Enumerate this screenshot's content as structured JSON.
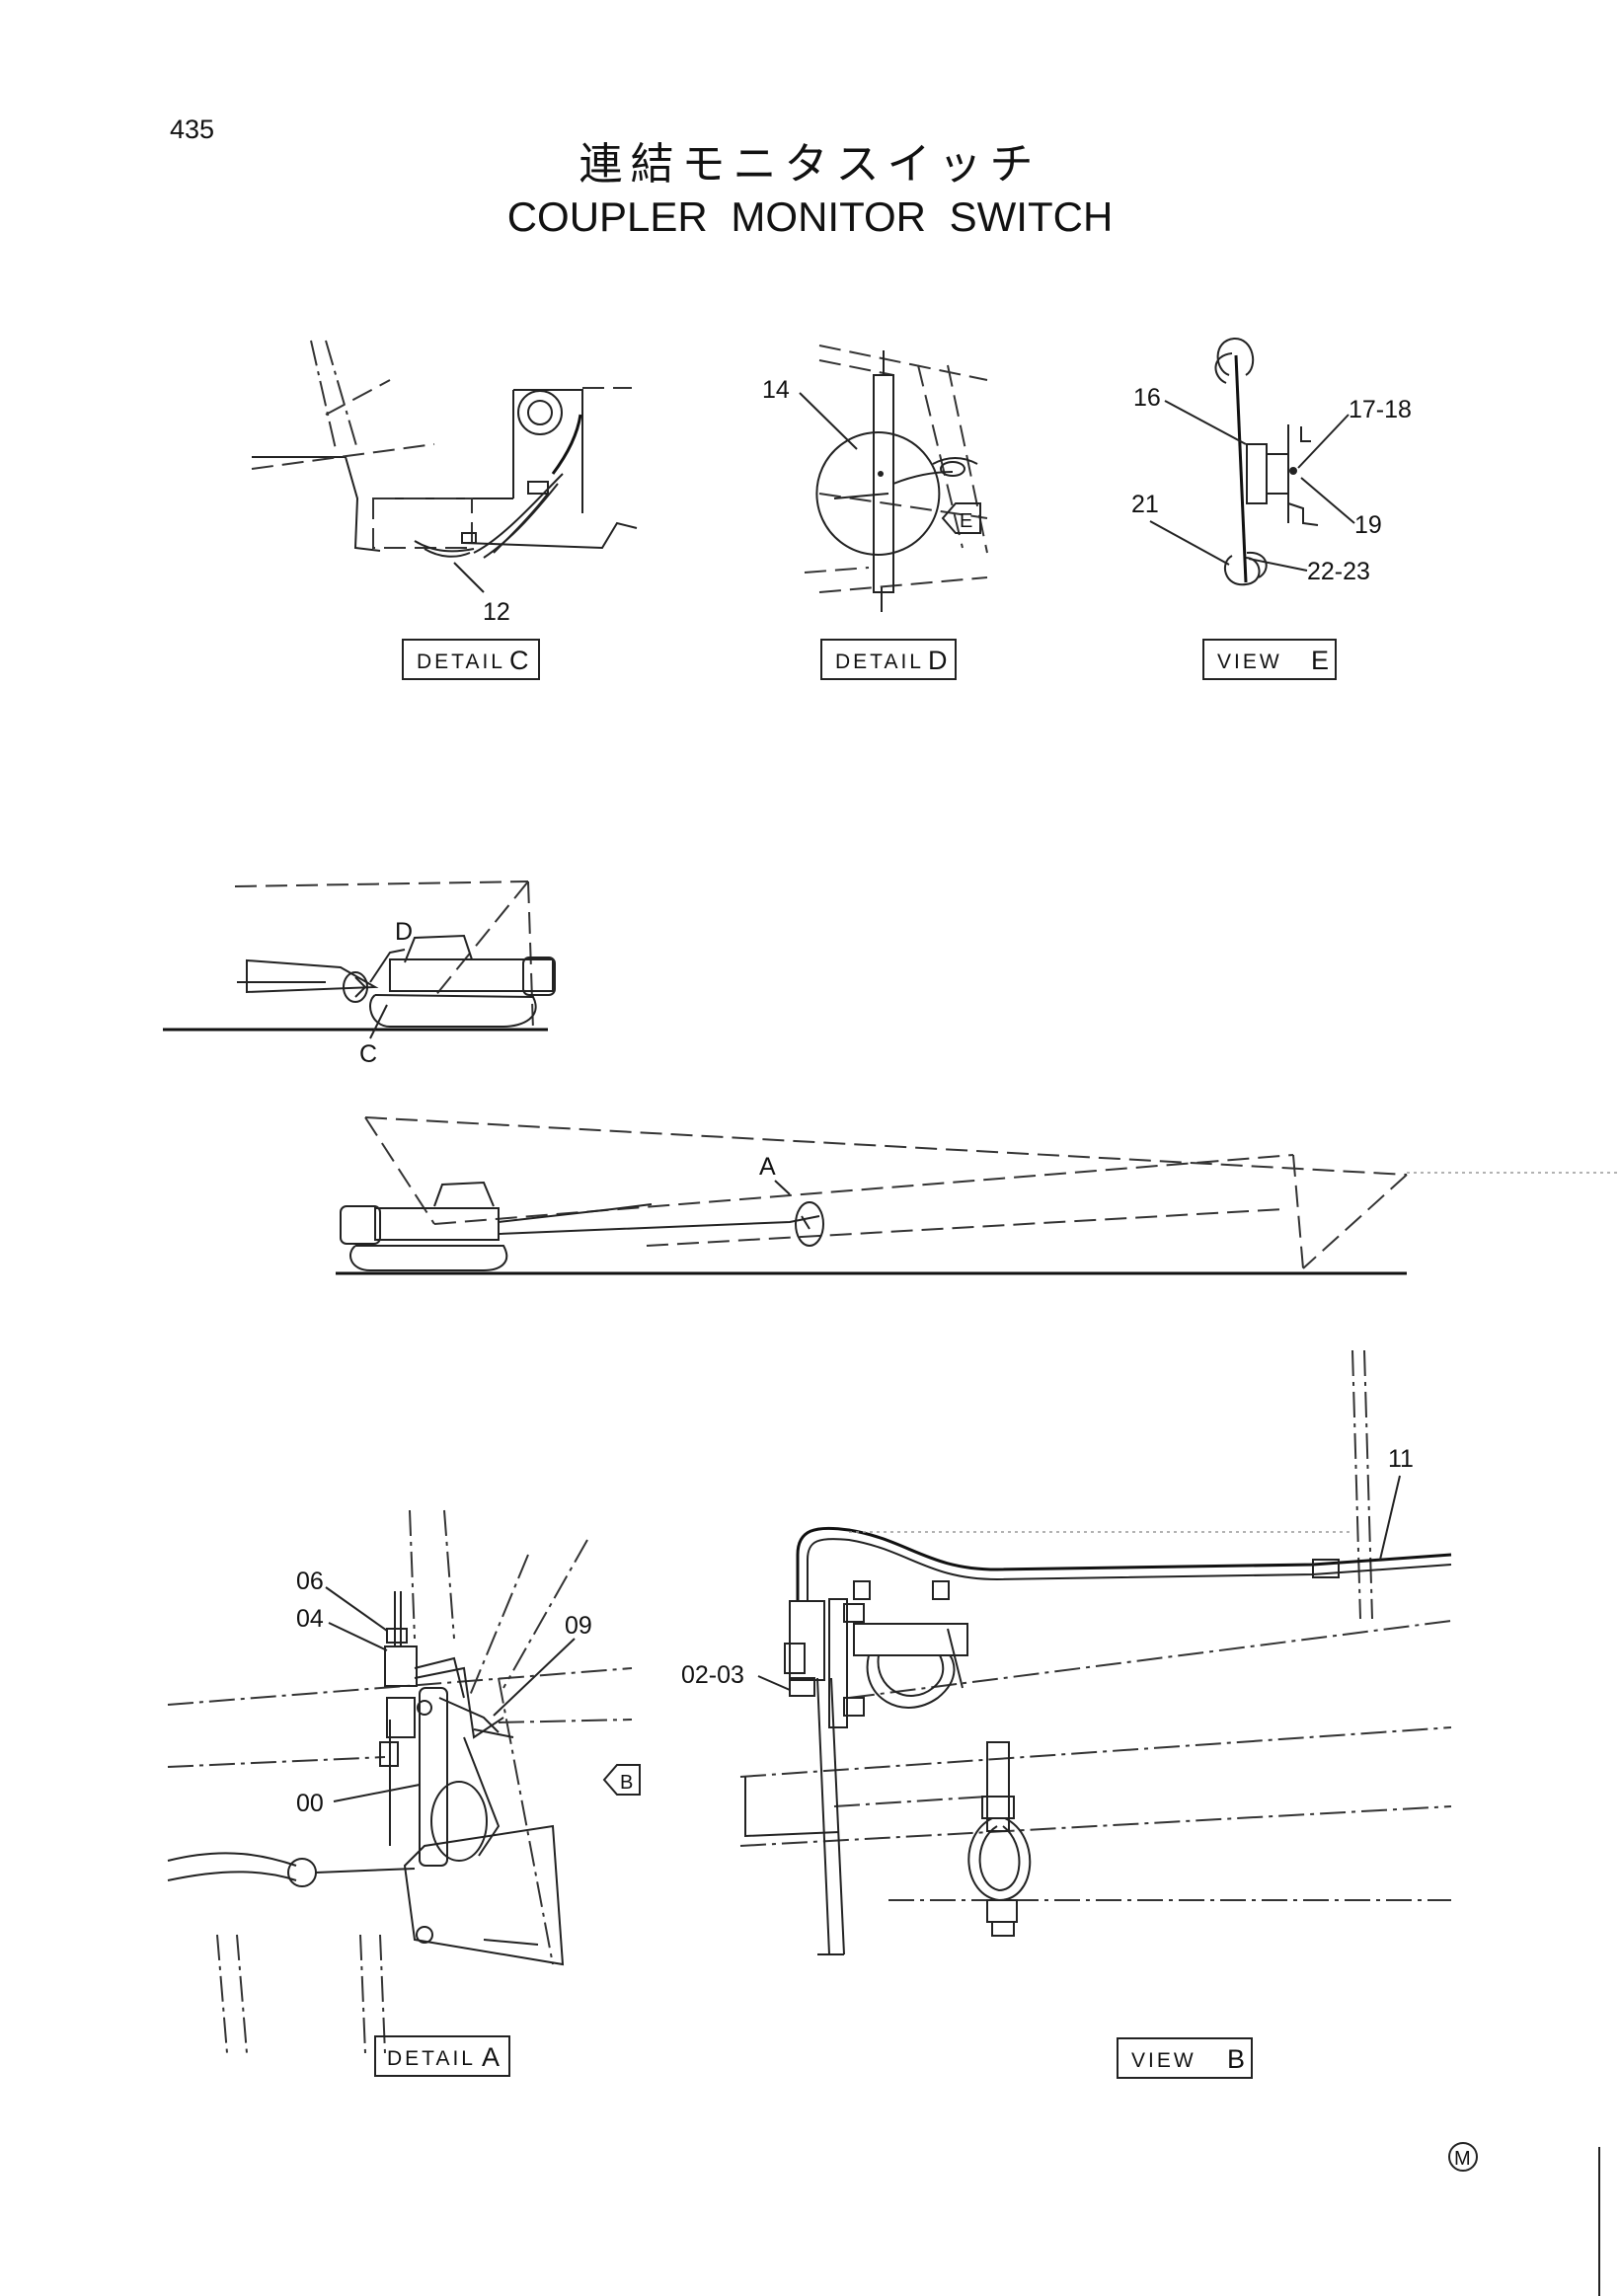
{
  "page_number": "435",
  "title_jp": "連結モニタスイッチ",
  "title_en": "COUPLER MONITOR SWITCH",
  "labels": {
    "detail_c": "DETAIL",
    "detail_c_letter": "C",
    "detail_d": "DETAIL",
    "detail_d_letter": "D",
    "view_e": "VIEW",
    "view_e_letter": "E",
    "detail_a": "DETAIL",
    "detail_a_letter": "A",
    "view_b": "VIEW",
    "view_b_letter": "B"
  },
  "arrows": {
    "e": "E",
    "b": "B"
  },
  "overview_letters": {
    "d": "D",
    "c": "C",
    "a": "A"
  },
  "callouts": {
    "p12": "12",
    "p14": "14",
    "p16": "16",
    "p17_18": "17-18",
    "p19": "19",
    "p21": "21",
    "p22_23": "22-23",
    "p06": "06",
    "p04": "04",
    "p09": "09",
    "p00": "00",
    "p02_03": "02-03",
    "p11": "11"
  },
  "mark": "M"
}
